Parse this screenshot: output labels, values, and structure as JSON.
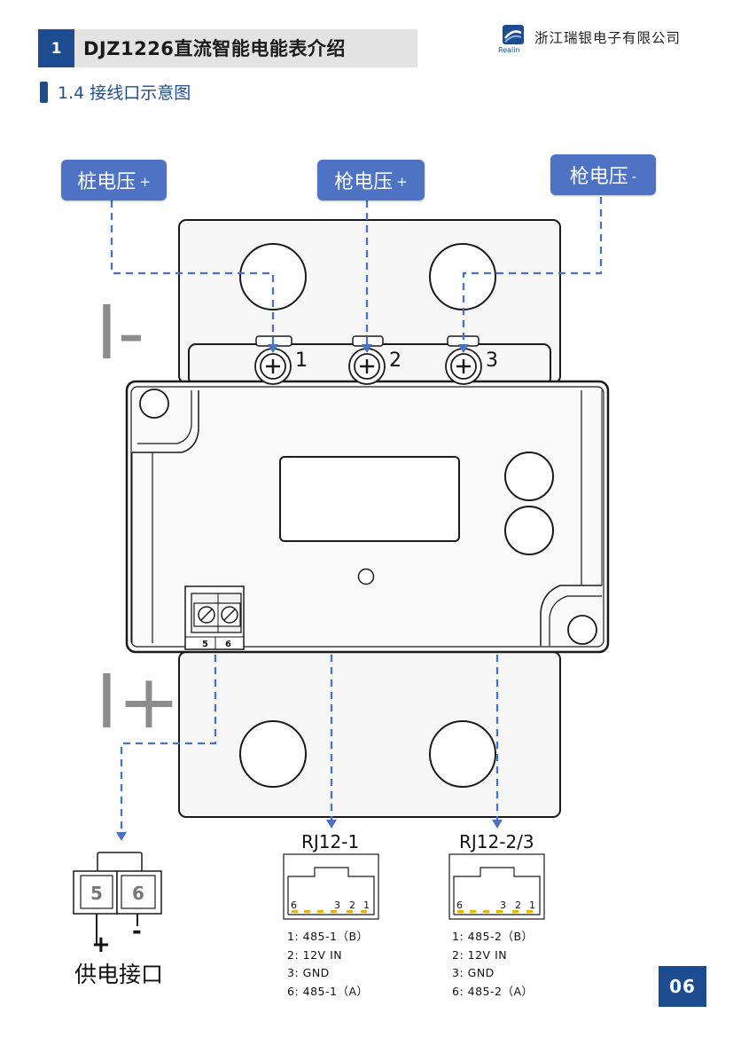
{
  "header": {
    "section_number": "1",
    "section_title": "DJZ1226直流智能电能表介绍",
    "company": "浙江瑞银电子有限公司",
    "logo_text": "Realin",
    "subsection_title": "1.4 接线口示意图"
  },
  "callouts": {
    "pile_voltage": {
      "text": "桩电压",
      "sign": "+"
    },
    "gun_voltage_pos": {
      "text": "枪电压",
      "sign": "+"
    },
    "gun_voltage_neg": {
      "text": "枪电压",
      "sign": "-"
    }
  },
  "meter": {
    "current_minus_label": "I-",
    "current_plus_label": "I+",
    "terminal_numbers": [
      "1",
      "2",
      "3"
    ],
    "small_terminal_labels": [
      "5",
      "6"
    ]
  },
  "rj12_1": {
    "title": "RJ12-1",
    "pin_numbers": [
      "6",
      "3",
      "2",
      "1"
    ],
    "pins": [
      "1: 485-1（B）",
      "2: 12V IN",
      "3:  GND",
      "6: 485-1（A）"
    ]
  },
  "rj12_23": {
    "title": "RJ12-2/3",
    "pin_numbers": [
      "6",
      "3",
      "2",
      "1"
    ],
    "pins": [
      "1: 485-2（B）",
      "2: 12V IN",
      "3:  GND",
      "6: 485-2（A）"
    ]
  },
  "power_interface": {
    "label": "供电接口",
    "terminals": [
      "5",
      "6"
    ],
    "polarity": [
      "+",
      "-"
    ]
  },
  "page_number": "06",
  "colors": {
    "brand_blue": "#1d4c91",
    "callout_blue": "#4f73c4",
    "dashed_line": "#4a72c4",
    "pin_gold": "#e6b400"
  }
}
